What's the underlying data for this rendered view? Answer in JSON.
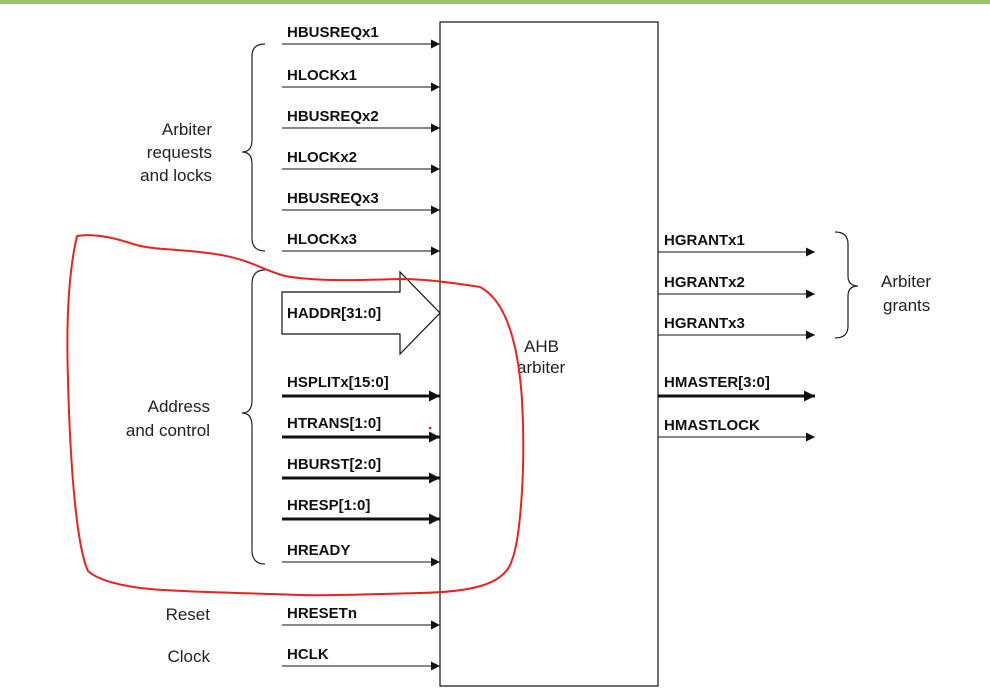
{
  "block": {
    "title_line1": "AHB",
    "title_line2": "arbiter"
  },
  "groups": {
    "requests": [
      "Arbiter",
      "requests",
      "and locks"
    ],
    "address": [
      "Address",
      "and control"
    ],
    "reset": "Reset",
    "clock": "Clock",
    "grants": [
      "Arbiter",
      "grants"
    ]
  },
  "inputs": {
    "requests": [
      "HBUSREQx1",
      "HLOCKx1",
      "HBUSREQx2",
      "HLOCKx2",
      "HBUSREQx3",
      "HLOCKx3"
    ],
    "haddr": "HADDR[31:0]",
    "control": [
      "HSPLITx[15:0]",
      "HTRANS[1:0]",
      "HBURST[2:0]",
      "HRESP[1:0]",
      "HREADY"
    ],
    "reset": "HRESETn",
    "clock": "HCLK"
  },
  "outputs": {
    "grants": [
      "HGRANTx1",
      "HGRANTx2",
      "HGRANTx3"
    ],
    "master": [
      "HMASTER[3:0]",
      "HMASTLOCK"
    ]
  },
  "colors": {
    "top_rule": "#9dc06a",
    "annotation": "#e8231e",
    "line": "#111111"
  }
}
